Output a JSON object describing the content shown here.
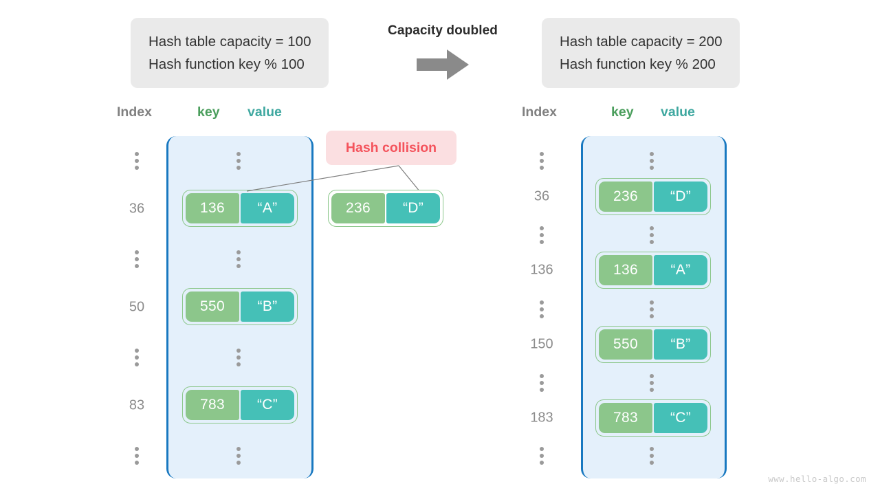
{
  "captions": {
    "left": {
      "line1": "Hash table capacity = 100",
      "line2": "Hash function key % 100"
    },
    "right": {
      "line1": "Hash table capacity = 200",
      "line2": "Hash function key % 200"
    }
  },
  "transition": {
    "label": "Capacity doubled",
    "arrow_icon": "arrow-right-icon",
    "arrow_color": "#8a8a8a"
  },
  "headers": {
    "index": "Index",
    "key": "key",
    "value": "value"
  },
  "colors": {
    "index_header": "#808080",
    "key_header": "#4a9e5c",
    "value_header": "#3fa8a0",
    "key_box": "#8cc68b",
    "value_box": "#45c0b7",
    "table_fill": "#e4f0fb",
    "table_border": "#1878c0",
    "pair_border": "#8cc78b",
    "collision_text": "#f4535c",
    "collision_bg": "#fbdfe1",
    "caption_bg": "#eaeaea"
  },
  "left_table": {
    "name": "hash-table-capacity-100",
    "rows": [
      {
        "type": "ellipsis"
      },
      {
        "type": "entry",
        "index": "36",
        "key": "136",
        "value": "“A”"
      },
      {
        "type": "ellipsis"
      },
      {
        "type": "entry",
        "index": "50",
        "key": "550",
        "value": "“B”"
      },
      {
        "type": "ellipsis"
      },
      {
        "type": "entry",
        "index": "83",
        "key": "783",
        "value": "“C”"
      },
      {
        "type": "ellipsis"
      }
    ]
  },
  "right_table": {
    "name": "hash-table-capacity-200",
    "rows": [
      {
        "type": "ellipsis"
      },
      {
        "type": "entry",
        "index": "36",
        "key": "236",
        "value": "“D”"
      },
      {
        "type": "ellipsis"
      },
      {
        "type": "entry",
        "index": "136",
        "key": "136",
        "value": "“A”"
      },
      {
        "type": "ellipsis"
      },
      {
        "type": "entry",
        "index": "150",
        "key": "550",
        "value": "“B”"
      },
      {
        "type": "ellipsis"
      },
      {
        "type": "entry",
        "index": "183",
        "key": "783",
        "value": "“C”"
      },
      {
        "type": "ellipsis"
      }
    ]
  },
  "collision": {
    "badge_label": "Hash collision",
    "floating_pair": {
      "key": "236",
      "value": "“D”"
    }
  },
  "watermark": "www.hello-algo.com"
}
